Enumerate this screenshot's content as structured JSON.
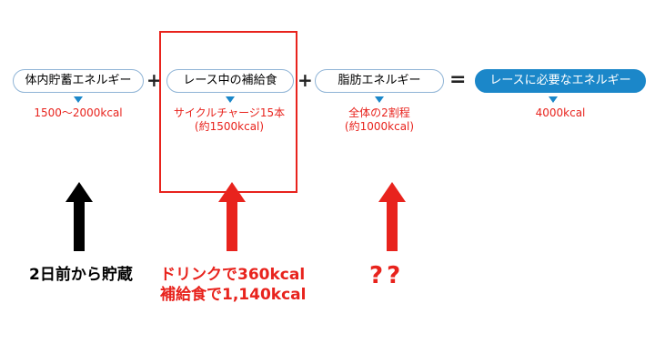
{
  "items": [
    {
      "box": "体内貯蓄エネルギー",
      "value_lines": [
        "1500〜2000kcal"
      ]
    },
    {
      "box": "レース中の補給食",
      "value_lines": [
        "サイクルチャージ15本",
        "(約1500kcal)"
      ]
    },
    {
      "box": "脂肪エネルギー",
      "value_lines": [
        "全体の2割程",
        "(約1000kcal)"
      ]
    },
    {
      "box": "レースに必要なエネルギー",
      "value_lines": [
        "4000kcal"
      ]
    }
  ],
  "operators": {
    "plus": "+",
    "equals": "="
  },
  "notes": {
    "stored": "2日前から貯蔵",
    "supply_lines": [
      "ドリンクで360kcal",
      "補給食で1,140kcal"
    ],
    "unknown": "??"
  },
  "colors": {
    "accent_blue": "#1b87c9",
    "box_border": "#8fb4d6",
    "red": "#e8231d",
    "black": "#000000"
  }
}
